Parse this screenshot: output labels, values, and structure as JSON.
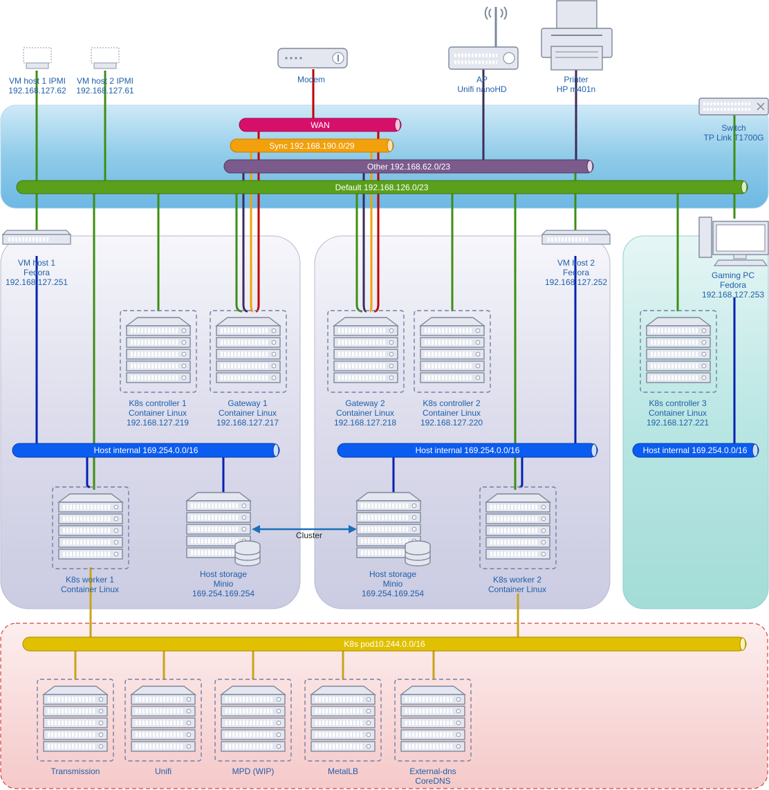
{
  "colors": {
    "wan": "#d6106a",
    "sync": "#f2a00b",
    "other": "#7b5a8c",
    "default": "#5aa01a",
    "host_internal": "#0b5cf0",
    "pod": "#e0c000",
    "red_line": "#c00000",
    "dark_line": "#3b2a5a",
    "navy_line": "#0020b0",
    "gold_line": "#c8a418"
  },
  "buses": {
    "wan": "WAN",
    "sync": "Sync 192.168.190.0/29",
    "other": "Other 192.168.62.0/23",
    "default": "Default 192.168.126.0/23",
    "host_internal_1": "Host internal 169.254.0.0/16",
    "host_internal_2": "Host internal 169.254.0.0/16",
    "host_internal_3": "Host internal 169.254.0.0/16",
    "pod": "K8s pod10.244.0.0/16"
  },
  "devices": {
    "ipmi1": [
      "VM host 1 IPMI",
      "192.168.127.62"
    ],
    "ipmi2": [
      "VM host 2 IPMI",
      "192.168.127.61"
    ],
    "modem": [
      "Modem"
    ],
    "ap": [
      "AP",
      "Unifi nanoHD"
    ],
    "printer": [
      "Printer",
      "HP m401n"
    ],
    "switch": [
      "Switch",
      "TP Link T1700G"
    ],
    "vmhost1": [
      "VM host 1",
      "Fedora",
      "192.168.127.251"
    ],
    "vmhost2": [
      "VM host 2",
      "Fedora",
      "192.168.127.252"
    ],
    "gamingpc": [
      "Gaming PC",
      "Fedora",
      "192.168.127.253"
    ],
    "k8s_ctrl1": [
      "K8s controller 1",
      "Container Linux",
      "192.168.127.219"
    ],
    "gateway1": [
      "Gateway 1",
      "Container Linux",
      "192.168.127.217"
    ],
    "gateway2": [
      "Gateway 2",
      "Container Linux",
      "192.168.127.218"
    ],
    "k8s_ctrl2": [
      "K8s controller 2",
      "Container Linux",
      "192.168.127.220"
    ],
    "k8s_ctrl3": [
      "K8s controller 3",
      "Container Linux",
      "192.168.127.221"
    ],
    "worker1": [
      "K8s worker 1",
      "Container Linux"
    ],
    "worker2": [
      "K8s worker 2",
      "Container Linux"
    ],
    "storage1": [
      "Host storage",
      "Minio",
      "169.254.169.254"
    ],
    "storage2": [
      "Host storage",
      "Minio",
      "169.254.169.254"
    ],
    "transmission": [
      "Transmission"
    ],
    "unifi": [
      "Unifi"
    ],
    "mpd": [
      "MPD (WIP)"
    ],
    "metallb": [
      "MetalLB"
    ],
    "externaldns": [
      "External-dns",
      "CoreDNS"
    ]
  },
  "cluster_label": "Cluster"
}
